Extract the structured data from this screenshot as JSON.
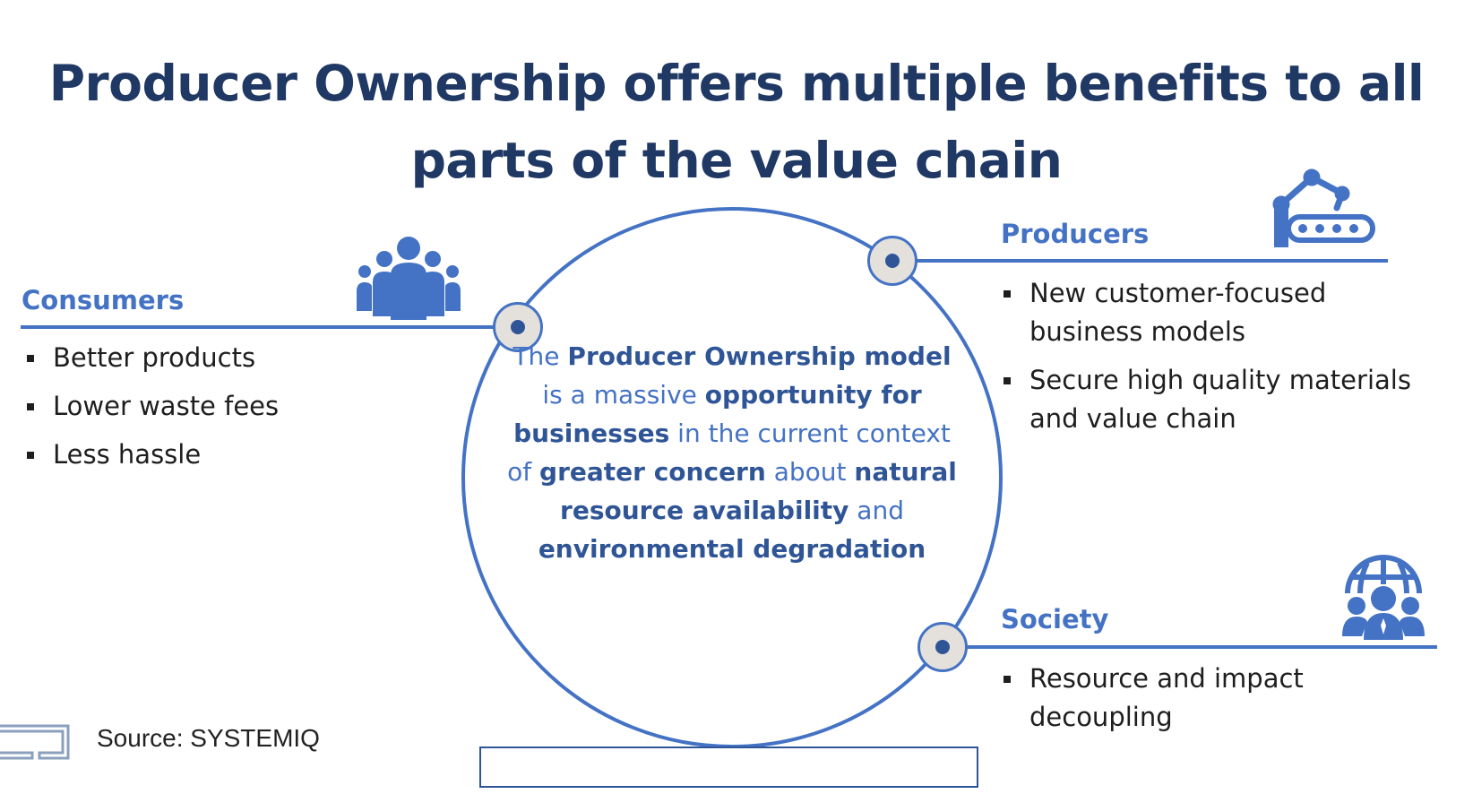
{
  "title": {
    "line1": "Producer Ownership offers multiple benefits to all",
    "line2": "parts of the value chain"
  },
  "consumers": {
    "label": "Consumers",
    "icon": "people-group-icon",
    "bullets": [
      "Better products",
      "Lower waste fees",
      "Less hassle"
    ]
  },
  "producers": {
    "label": "Producers",
    "icon": "robot-arm-conveyor-icon",
    "bullets": [
      "New customer-focused business models",
      "Secure high quality materials and value chain"
    ]
  },
  "society": {
    "label": "Society",
    "icon": "globe-people-icon",
    "bullets": [
      "Resource and impact decoupling"
    ]
  },
  "center": {
    "t1": "The ",
    "b1": "Producer Ownership model",
    "t2": " is a massive ",
    "b2": "opportunity for businesses",
    "t3": " in the current context of ",
    "b3": "greater concern",
    "t4": " about ",
    "b4": "natural resource availability",
    "t5": " and ",
    "b5": "environmental degradation"
  },
  "source": "Source: SYSTEMIQ",
  "colors": {
    "title": "#1f3864",
    "accent": "#4472c4",
    "node": "#e4e1dc"
  }
}
